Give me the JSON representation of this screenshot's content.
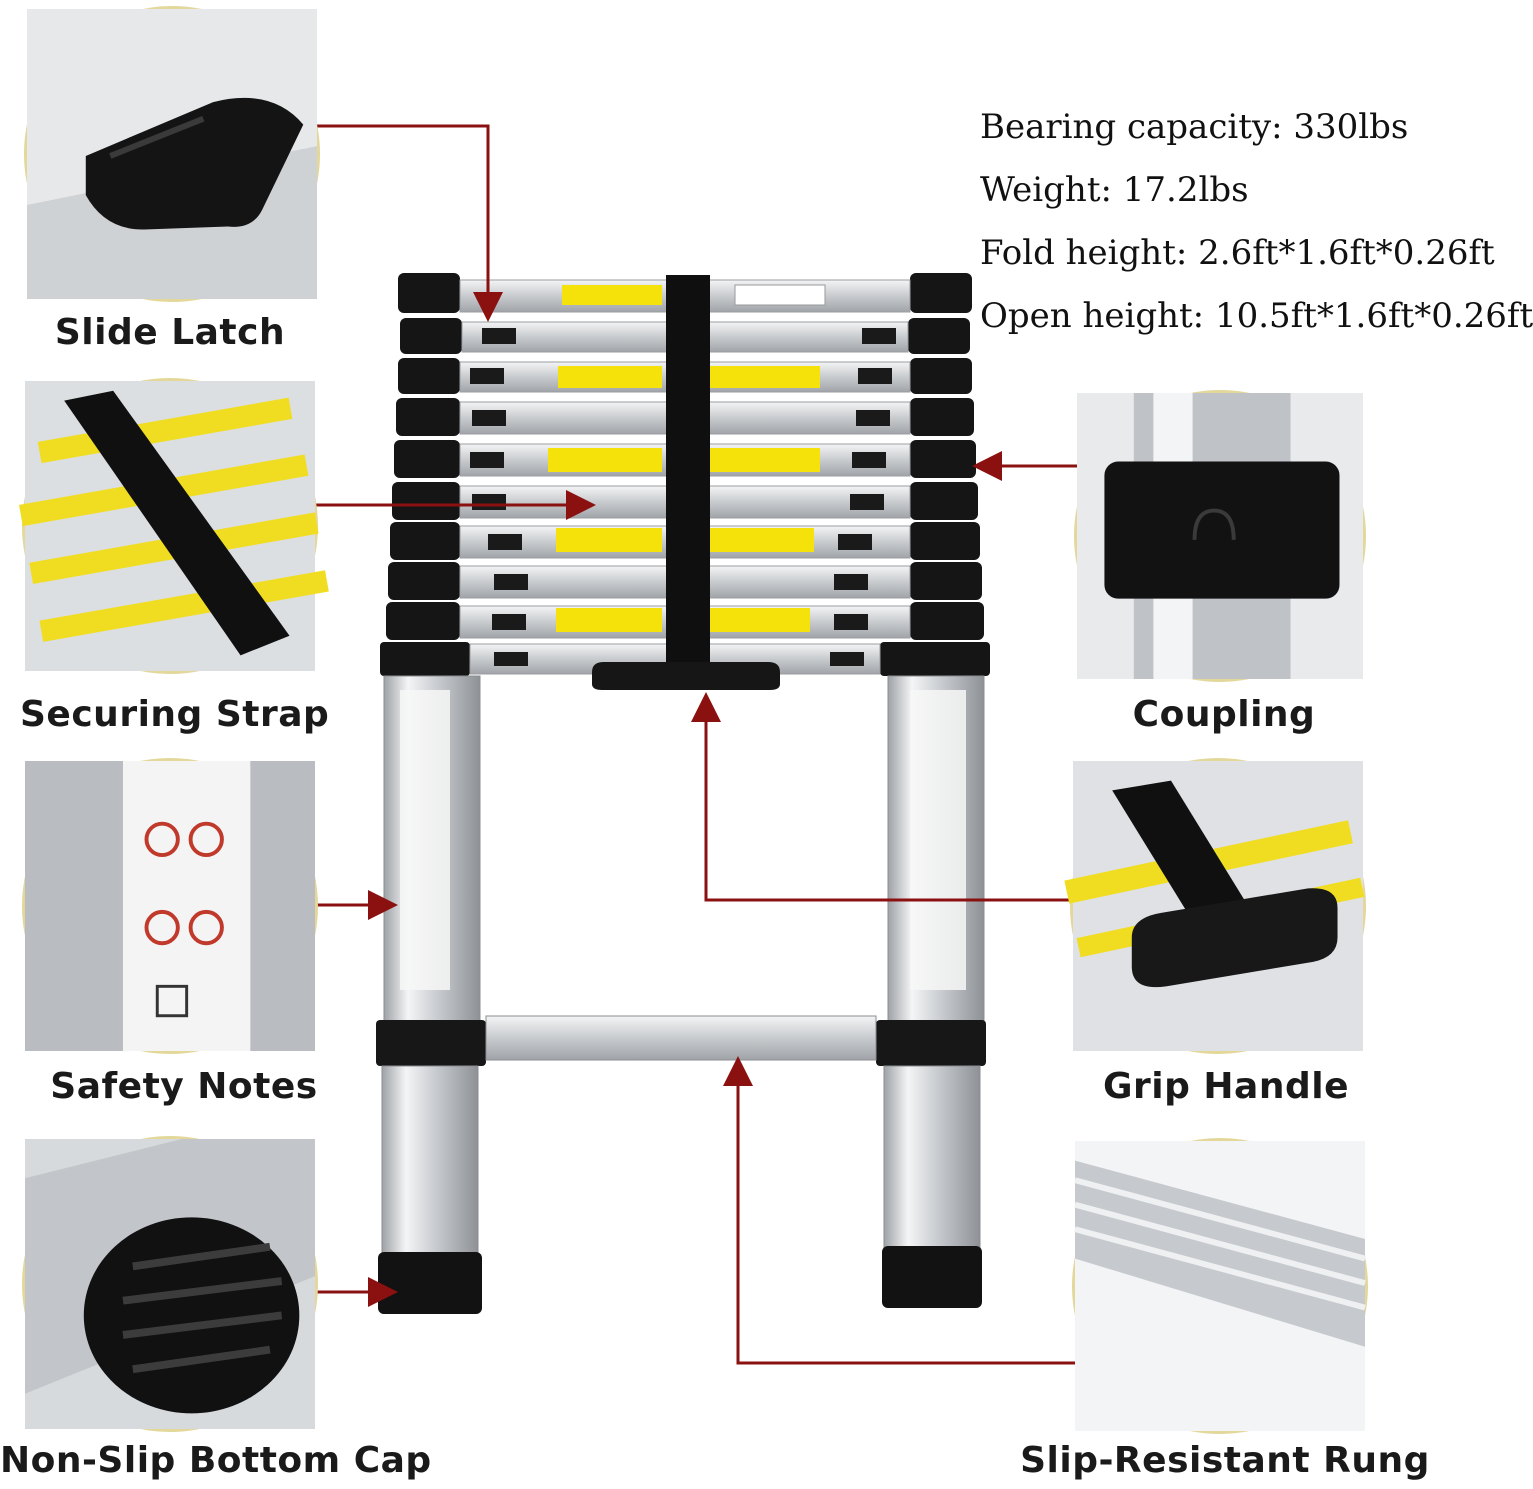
{
  "specs": {
    "bearing_capacity": "Bearing capacity: 330lbs",
    "weight": "Weight: 17.2lbs",
    "fold_height": "Fold height: 2.6ft*1.6ft*0.26ft",
    "open_height": "Open height: 10.5ft*1.6ft*0.26ft"
  },
  "features": {
    "slide_latch": "Slide Latch",
    "securing_strap": "Securing Strap",
    "safety_notes": "Safety Notes",
    "non_slip_bottom_cap": "Non-Slip Bottom Cap",
    "coupling": "Coupling",
    "grip_handle": "Grip Handle",
    "slip_resistant_rung": "Slip-Resistant Rung"
  },
  "colors": {
    "arrow": "#8b1010",
    "circle_border": "#e3d79a",
    "warning_label": "#f5e20a",
    "aluminum": "#d8dadc",
    "rubber": "#111111"
  }
}
